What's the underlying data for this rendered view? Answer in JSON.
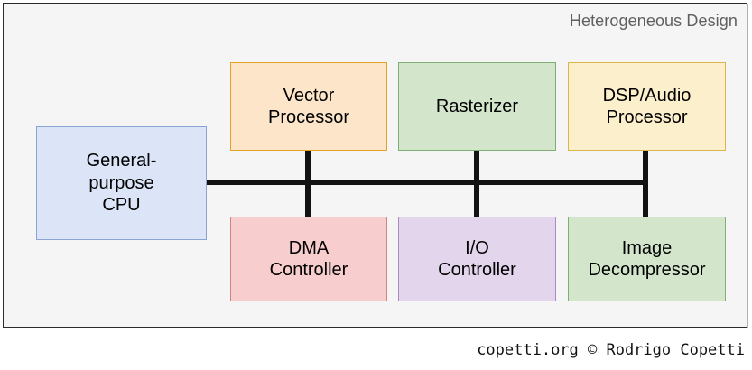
{
  "diagram": {
    "title": "Heterogeneous Design",
    "title_color": "#5f5f5f",
    "panel_background": "#f5f5f5",
    "panel_border_color": "#2b2b2b",
    "wire_color": "#121212",
    "nodes": [
      {
        "id": "cpu",
        "label": "General-\npurpose\nCPU",
        "fill": "#dbe5f7",
        "border": "#8aa5d2"
      },
      {
        "id": "vector",
        "label": "Vector\nProcessor",
        "fill": "#fce5c9",
        "border": "#e0a325"
      },
      {
        "id": "rasterizer",
        "label": "Rasterizer",
        "fill": "#d3e5cb",
        "border": "#7fae77"
      },
      {
        "id": "dsp",
        "label": "DSP/Audio\nProcessor",
        "fill": "#fcefcb",
        "border": "#dcb44c"
      },
      {
        "id": "dma",
        "label": "DMA\nController",
        "fill": "#f8cdcd",
        "border": "#d08585"
      },
      {
        "id": "io",
        "label": "I/O\nController",
        "fill": "#e3d6ec",
        "border": "#a98cc4"
      },
      {
        "id": "image",
        "label": "Image\nDecompressor",
        "fill": "#d3e5cb",
        "border": "#7fae77"
      }
    ],
    "connections": [
      {
        "id": "bus-main",
        "from": "cpu",
        "to": "bus",
        "orientation": "horizontal"
      },
      {
        "id": "stub-left",
        "from": "vector",
        "to": "dma",
        "orientation": "vertical"
      },
      {
        "id": "stub-mid",
        "from": "rasterizer",
        "to": "io",
        "orientation": "vertical"
      },
      {
        "id": "stub-right",
        "from": "dsp",
        "to": "image",
        "orientation": "vertical"
      }
    ]
  },
  "credit": {
    "text": "copetti.org © Rodrigo Copetti"
  }
}
